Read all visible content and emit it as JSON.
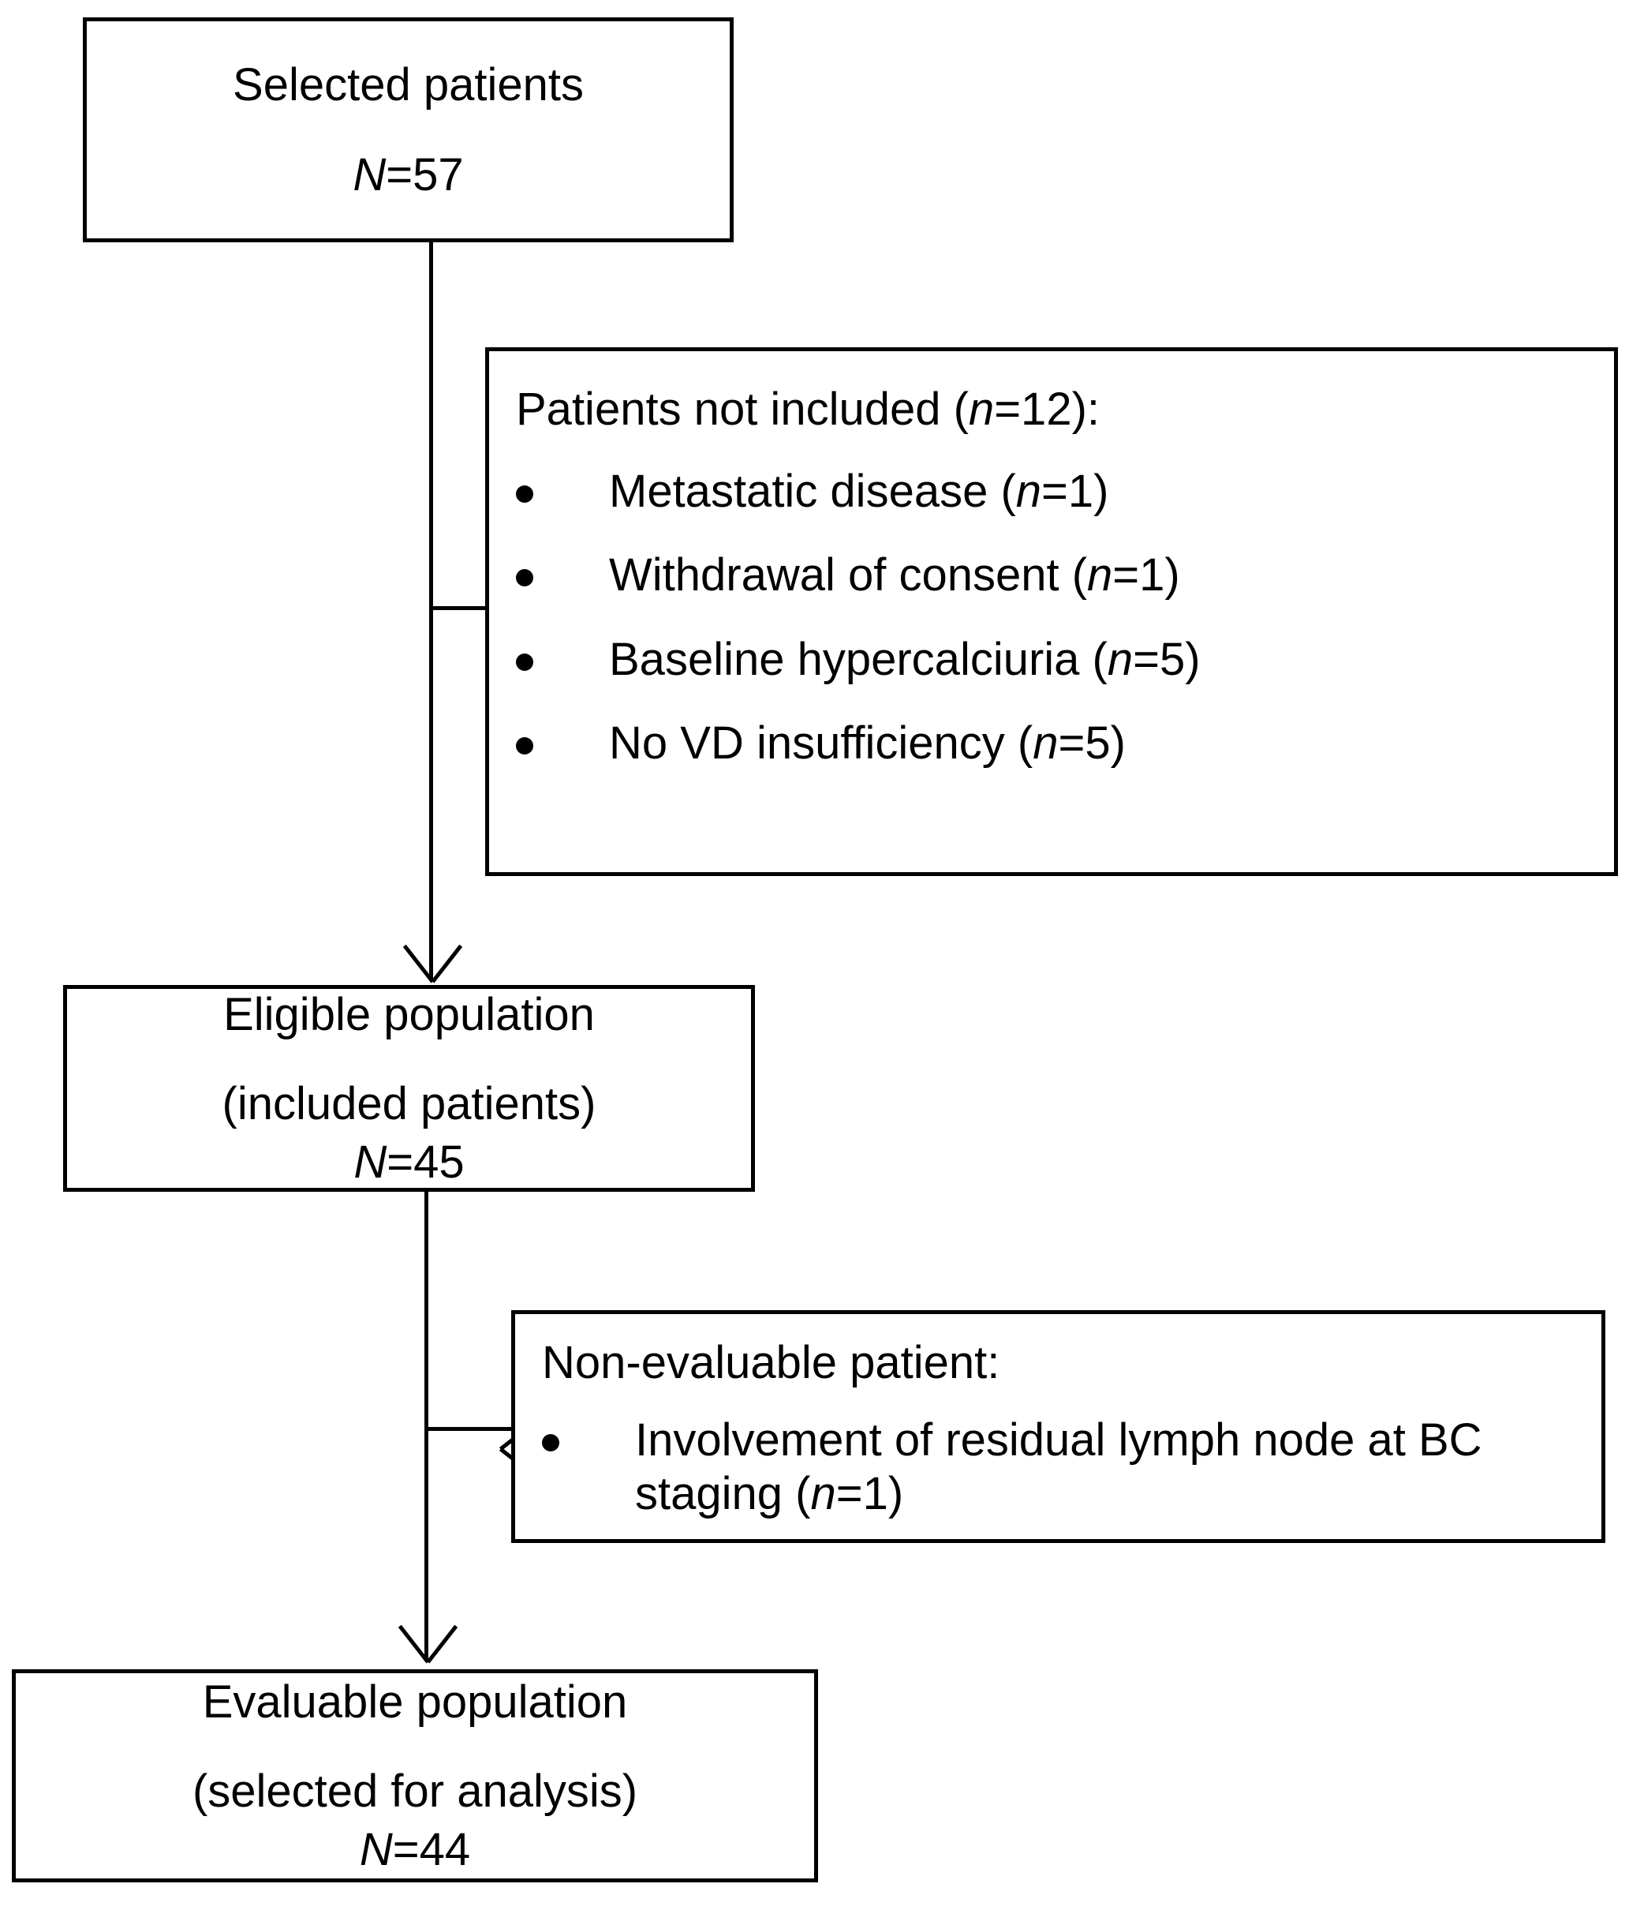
{
  "diagram": {
    "title": "Patient selection flow diagram",
    "type": "flowchart",
    "stroke_color": "#000000",
    "background_color": "#ffffff"
  },
  "nodes": {
    "selected_patients": {
      "line1": "Selected patients",
      "line2_label": "N",
      "line2_value": "=57"
    },
    "not_included": {
      "heading_prefix": "Patients not included (",
      "heading_label": "n",
      "heading_suffix": "=12):",
      "bullets": [
        {
          "text_prefix": "Metastatic disease (",
          "label": "n",
          "text_suffix": "=1)"
        },
        {
          "text_prefix": "Withdrawal of consent (",
          "label": "n",
          "text_suffix": "=1)"
        },
        {
          "text_prefix": "Baseline hypercalciuria (",
          "label": "n",
          "text_suffix": "=5)"
        },
        {
          "text_prefix": "No VD insufficiency (",
          "label": "n",
          "text_suffix": "=5)"
        }
      ]
    },
    "eligible_population": {
      "line1": "Eligible population",
      "line2": "(included patients)",
      "line3_label": "N",
      "line3_value": "=45"
    },
    "non_evaluable": {
      "heading": "Non-evaluable patient:",
      "bullets": [
        {
          "text_prefix": "Involvement of residual lymph node at BC staging (",
          "label": "n",
          "text_suffix": "=1)"
        }
      ]
    },
    "evaluable_population": {
      "line1": "Evaluable population",
      "line2": "(selected for analysis)",
      "line3_label": "N",
      "line3_value": "=44"
    }
  }
}
